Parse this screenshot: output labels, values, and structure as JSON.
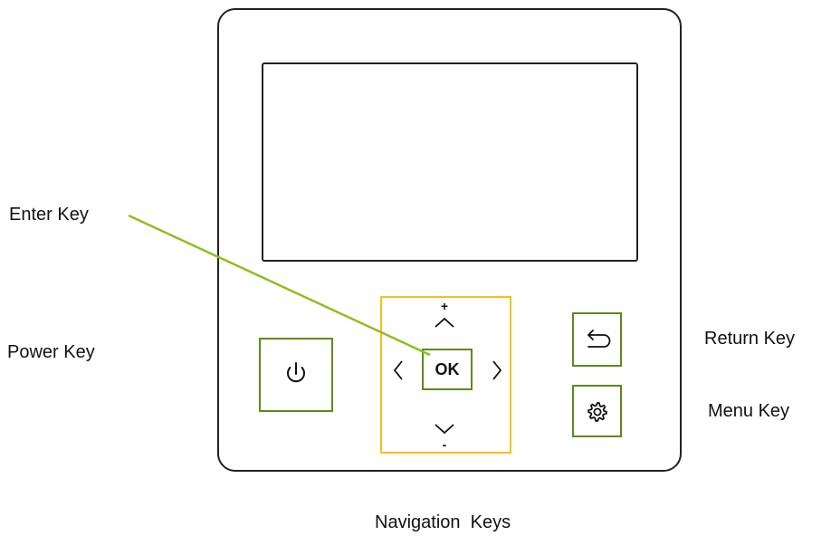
{
  "labels": {
    "enter": "Enter Key",
    "power": "Power Key",
    "return": "Return Key",
    "menu": "Menu Key",
    "navigation": "Navigation  Keys"
  },
  "keys": {
    "ok": "OK",
    "plus": "+",
    "minus": "-"
  },
  "icons": {
    "power": "power-icon",
    "return": "return-arrow-icon",
    "menu": "gear-icon",
    "up": "chevron-up-icon",
    "down": "chevron-down-icon",
    "left": "chevron-left-icon",
    "right": "chevron-right-icon"
  },
  "colors": {
    "callout_line": "#8dbf1e",
    "key_highlight": "#5b8a1c",
    "navigation_highlight": "#f2c21b",
    "outline": "#222222"
  }
}
